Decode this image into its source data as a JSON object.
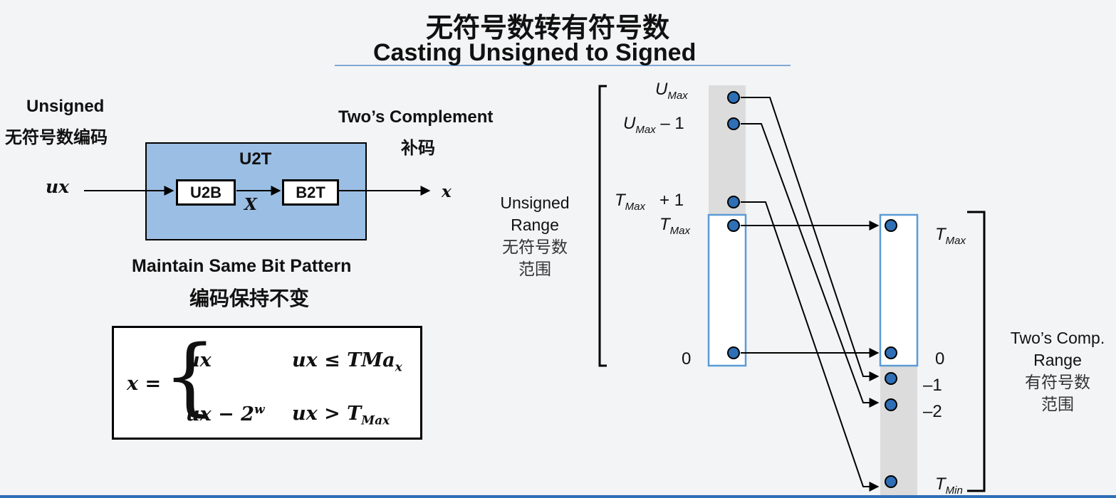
{
  "title": {
    "cn": "无符号数转有符号数",
    "en": "Casting Unsigned to Signed"
  },
  "left": {
    "unsigned_en": "Unsigned",
    "unsigned_cn": "无符号数编码",
    "twos_en": "Two’s Complement",
    "twos_cn": "补码",
    "u2t": "U2T",
    "u2b": "U2B",
    "b2t": "B2T",
    "input_var": "ux",
    "mid_var": "X",
    "output_var": "x",
    "maintain_en": "Maintain Same Bit Pattern",
    "maintain_cn": "编码保持不变"
  },
  "formula": {
    "lhs": "x =",
    "case1_expr": "ux",
    "case1_cond_prefix": "ux ≤ TMa",
    "case1_cond_sub": "x",
    "case2_expr_prefix": "ux − 2",
    "case2_expr_sup": "w",
    "case2_cond_prefix": "ux > T",
    "case2_cond_sub": "Max"
  },
  "right": {
    "unsigned_range_en_1": "Unsigned",
    "unsigned_range_en_2": "Range",
    "unsigned_range_cn_1": "无符号数",
    "unsigned_range_cn_2": "范围",
    "twos_range_en_1": "Two’s Comp.",
    "twos_range_en_2": "Range",
    "twos_range_cn_1": "有符号数",
    "twos_range_cn_2": "范围",
    "umax": {
      "base": "U",
      "sub": "Max",
      "suffix": ""
    },
    "umax_minus1": {
      "base": "U",
      "sub": "Max",
      "suffix": " – 1"
    },
    "tmax_plus1": {
      "base": "T",
      "sub": "Max",
      "suffix": "   + 1"
    },
    "tmax_left": {
      "base": "T",
      "sub": "Max"
    },
    "zero_left": "0",
    "tmax_right": {
      "base": "T",
      "sub": "Max"
    },
    "zero_right": "0",
    "minus1": "–1",
    "minus2": "–2",
    "tmin": {
      "base": "T",
      "sub": "Min"
    }
  },
  "colors": {
    "box_fill": "#9bbfe4",
    "dot_fill": "#2e6fb5",
    "range_border": "#5b9bd5",
    "shade": "#dcdcdc"
  }
}
